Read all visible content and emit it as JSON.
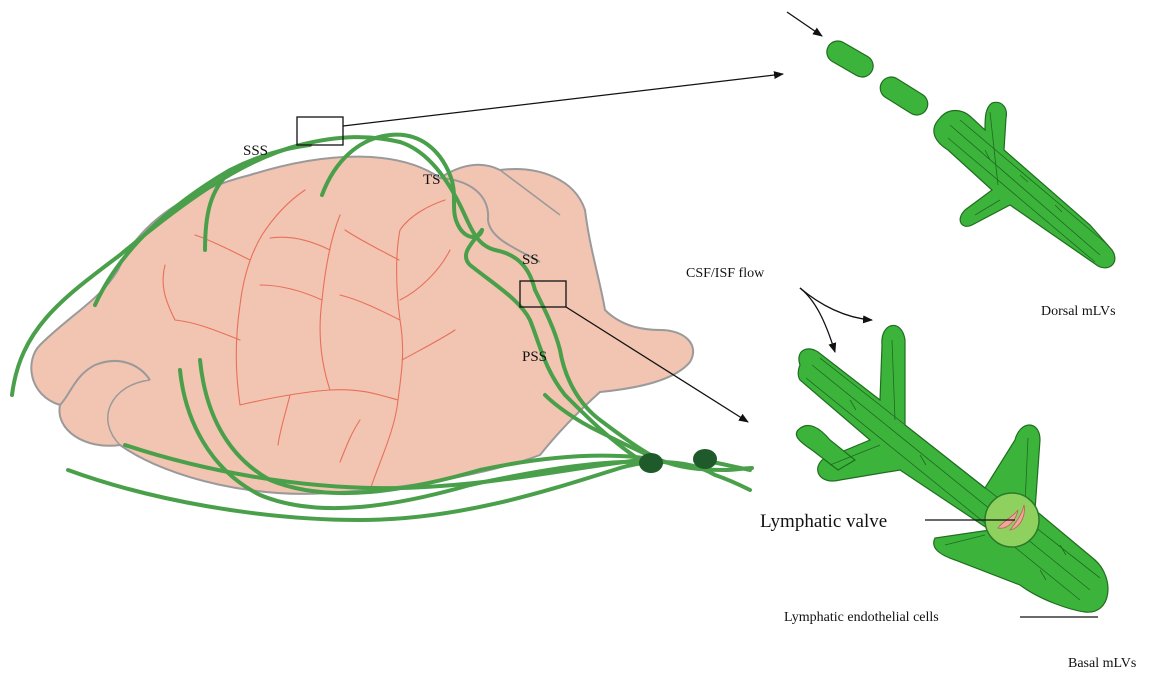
{
  "labels": {
    "sss": "SSS",
    "ts": "TS",
    "ss": "SS",
    "pss": "PSS",
    "csf_flow": "CSF/ISF flow",
    "dorsal": "Dorsal mLVs",
    "basal": "Basal mLVs",
    "valve": "Lymphatic valve",
    "endothelial": "Lymphatic endothelial cells"
  },
  "colors": {
    "brain_fill": "#f2c4b2",
    "brain_outline": "#9a9a9a",
    "vessel_green": "#4aa04a",
    "lymph_node": "#1f5a2a",
    "lymphatic_green": "#3cb43c",
    "valve_green": "#8fd15f",
    "valve_leaflet": "#f0a69a",
    "artery_red": "#e8705a"
  }
}
